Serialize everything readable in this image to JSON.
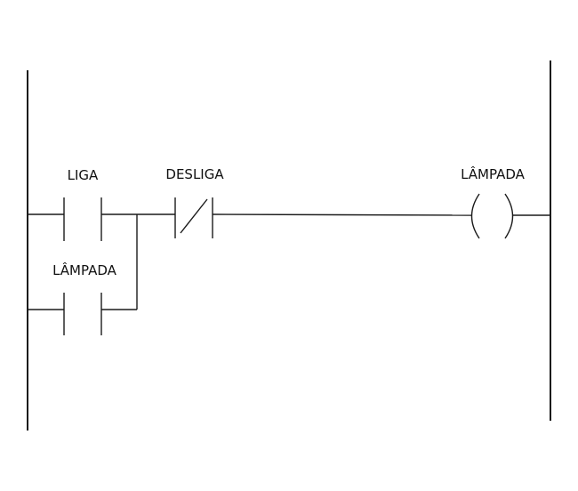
{
  "diagram": {
    "contacts": {
      "liga": {
        "label": "LIGA",
        "type": "normally-open"
      },
      "desliga": {
        "label": "DESLIGA",
        "type": "normally-closed"
      },
      "lampada_seal": {
        "label": "LÂMPADA",
        "type": "normally-open"
      }
    },
    "coil": {
      "label": "LÂMPADA",
      "type": "output-coil"
    }
  }
}
